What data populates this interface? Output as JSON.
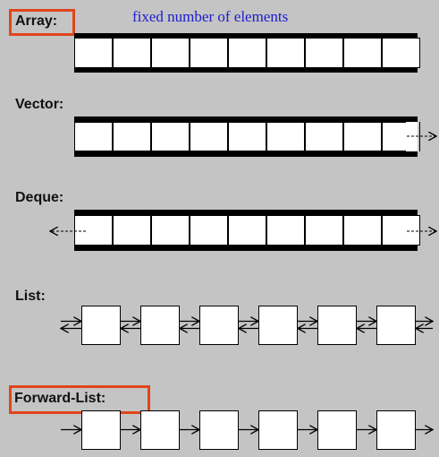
{
  "colors": {
    "background": "#c4c4c4",
    "border": "#000000",
    "cell": "#ffffff",
    "highlight": "#e0451c",
    "note": "#1c1ccf"
  },
  "containers": [
    {
      "label": "Array:",
      "highlighted": true,
      "kind": "array",
      "cells": 9,
      "note": "fixed number of elements"
    },
    {
      "label": "Vector:",
      "highlighted": false,
      "kind": "vector",
      "cells": 9,
      "right_arrow": "-->"
    },
    {
      "label": "Deque:",
      "highlighted": false,
      "kind": "deque",
      "cells": 9,
      "left_arrow": "<---",
      "right_arrow": "-->"
    },
    {
      "label": "List:",
      "highlighted": false,
      "kind": "list",
      "nodes": 6
    },
    {
      "label": "Forward-List:",
      "highlighted": true,
      "kind": "forward_list",
      "nodes": 6
    }
  ],
  "icons": {
    "doubly_linked_arrow": "double-arrow-icon",
    "singly_linked_arrow": "right-arrow-icon"
  }
}
